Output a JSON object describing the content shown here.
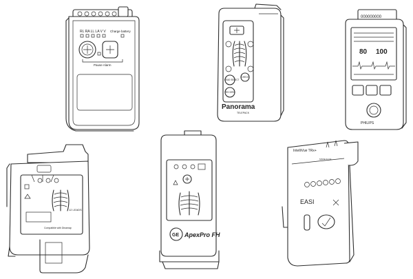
{
  "devices": [
    {
      "id": "telemetry-a",
      "labels": {
        "leads": "RL  RA  LL  LA  V  V",
        "battery": "Charge battery",
        "pause": "Pause Alarm"
      }
    },
    {
      "id": "panorama",
      "labels": {
        "lead_select": "LEAD SELECT",
        "check": "CHECK",
        "record": "RECORD",
        "brand": "Panorama",
        "sub": "TELEPACK"
      }
    },
    {
      "id": "philips",
      "labels": {
        "serial": "000000000",
        "screen_hr": "80",
        "screen_spo2": "100",
        "brand": "PHILIPS"
      }
    },
    {
      "id": "telemetry-d",
      "labels": {
        "leads": "12 LEADS",
        "compat": "Compatible with Dinamap"
      }
    },
    {
      "id": "apexpro",
      "labels": {
        "brand": "ApexPro FH"
      }
    },
    {
      "id": "intellivue",
      "labels": {
        "title": "IntelliVue TRx+",
        "easi": "EASI",
        "tiny": "MADE IN  CE"
      }
    }
  ]
}
